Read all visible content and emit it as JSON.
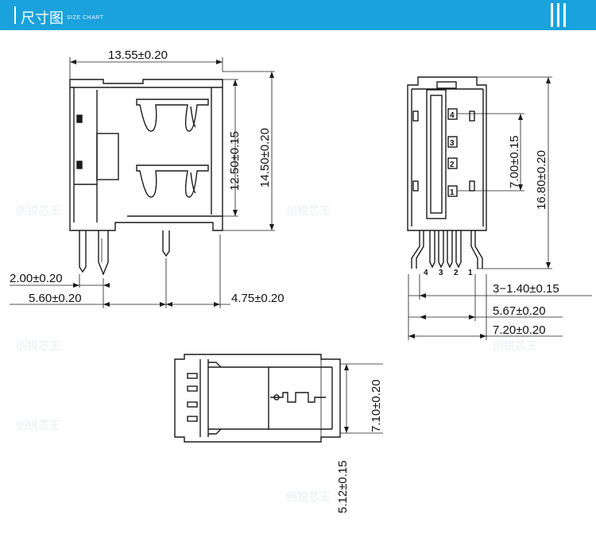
{
  "header": {
    "title": "尺寸图",
    "subtitle": "SIZE CHART",
    "color": "#1aa2dc"
  },
  "dimensions": {
    "width_top": "13.55±0.20",
    "height_inner": "12.50±0.15",
    "height_outer": "14.50±0.20",
    "pin_pitch_small": "2.00±0.20",
    "pin_span": "5.60±0.20",
    "post_offset": "4.75±0.20",
    "pin_width": "3−1.40±0.15",
    "pin_spacing": "5.67±0.20",
    "body_width": "7.20±0.20",
    "contact_height": "7.00±0.15",
    "total_height": "16.80±0.20",
    "bottom_height": "7.10±0.20",
    "bottom_offset": "5.12±0.15"
  },
  "pins": {
    "labels_box": [
      "4",
      "3",
      "2",
      "1"
    ],
    "labels_bottom": [
      "4",
      "3",
      "2",
      "1"
    ]
  },
  "watermark": "创锐芯王"
}
